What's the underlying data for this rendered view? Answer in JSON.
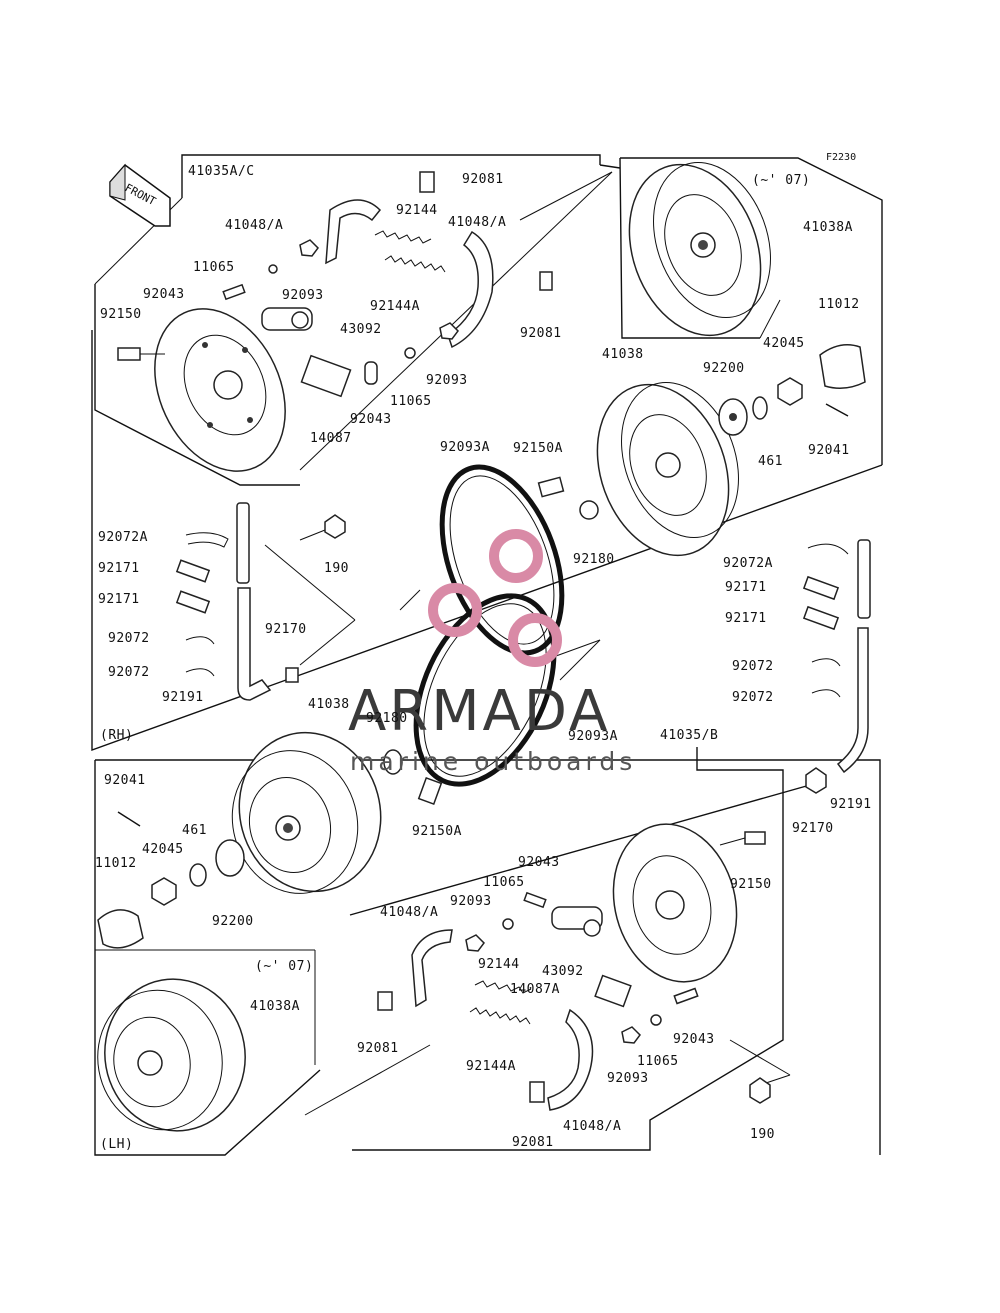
{
  "figure_code": "F2230",
  "front_label": "FRONT",
  "rh_label": "(RH)",
  "lh_label": "(LH)",
  "watermark": {
    "brand": "ARMADA",
    "tagline": "marine outboards",
    "logo_color": "#d98aa6"
  },
  "labels": {
    "rh_41035ac": "41035A/C",
    "rh_92081_top": "92081",
    "rh_41048a_left": "41048/A",
    "rh_92144": "92144",
    "rh_41048a_right": "41048/A",
    "rh_11065_top": "11065",
    "rh_92043_left": "92043",
    "rh_92093_left": "92093",
    "rh_92144a": "92144A",
    "rh_92150": "92150",
    "rh_43092": "43092",
    "rh_92081_right": "92081",
    "rh_92093_right": "92093",
    "rh_11065_mid": "11065",
    "rh_92043_mid": "92043",
    "rh_14087": "14087",
    "rh_41038a": "41038A",
    "rh_07": "(~' 07)",
    "rh_11012": "11012",
    "rh_41038": "41038",
    "rh_42045": "42045",
    "rh_92200": "92200",
    "rh_92041": "92041",
    "rh_461": "461",
    "rh_92093a": "92093A",
    "rh_92150a": "92150A",
    "rh_92180": "92180",
    "rh_190": "190",
    "rh_92072a": "92072A",
    "rh_92171_a": "92171",
    "rh_92171_b": "92171",
    "rh_92072_a": "92072",
    "rh_92072_b": "92072",
    "rh_92170": "92170",
    "rh_92191": "92191",
    "r_92072a": "92072A",
    "r_92171_a": "92171",
    "r_92171_b": "92171",
    "r_92072_a": "92072",
    "r_92072_b": "92072",
    "lh_41038": "41038",
    "lh_92180": "92180",
    "lh_92093a": "92093A",
    "lh_41035b": "41035/B",
    "lh_92041": "92041",
    "lh_461": "461",
    "lh_42045": "42045",
    "lh_11012": "11012",
    "lh_92200": "92200",
    "lh_92150a": "92150A",
    "lh_92170": "92170",
    "lh_92191": "92191",
    "lh_92043_top": "92043",
    "lh_11065_top": "11065",
    "lh_92150": "92150",
    "lh_41048a_top": "41048/A",
    "lh_92093_top": "92093",
    "lh_92144": "92144",
    "lh_43092": "43092",
    "lh_14087a": "14087A",
    "lh_07": "(~' 07)",
    "lh_41038a": "41038A",
    "lh_92081_left": "92081",
    "lh_92144a": "92144A",
    "lh_92043_bot": "92043",
    "lh_11065_bot": "11065",
    "lh_92093_bot": "92093",
    "lh_41048a_bot": "41048/A",
    "lh_92081_bot": "92081",
    "lh_190": "190"
  }
}
